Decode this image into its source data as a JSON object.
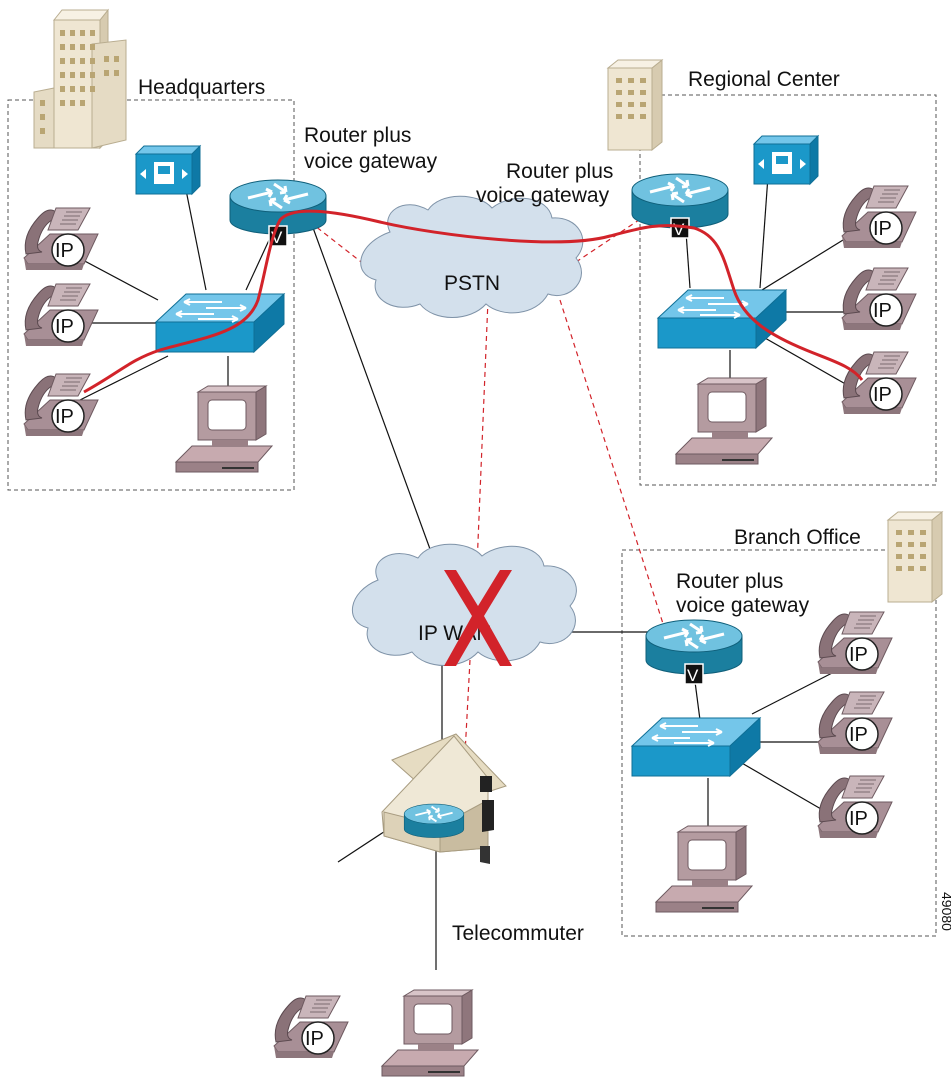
{
  "sites": {
    "headquarters": "Headquarters",
    "regional_center": "Regional Center",
    "branch_office": "Branch Office",
    "telecommuter": "Telecommuter"
  },
  "routers": {
    "hq_router_line1": "Router plus",
    "hq_router_line2": "voice gateway",
    "rc_router_line1": "Router plus",
    "rc_router_line2": "voice gateway",
    "bo_router_line1": "Router plus",
    "bo_router_line2": "voice gateway"
  },
  "clouds": {
    "pstn": "PSTN",
    "ip_wan": "IP WAN"
  },
  "phone_label": "IP",
  "gateway_badge": "V",
  "figure_id": "49080",
  "colors": {
    "call_path": "#d2232a",
    "failure_x": "#d2232a",
    "device_blue": "#1b98c9",
    "phone_mauve": "#b59aa0",
    "cloud": "#d3e0ec",
    "building": "#ece3cf"
  }
}
